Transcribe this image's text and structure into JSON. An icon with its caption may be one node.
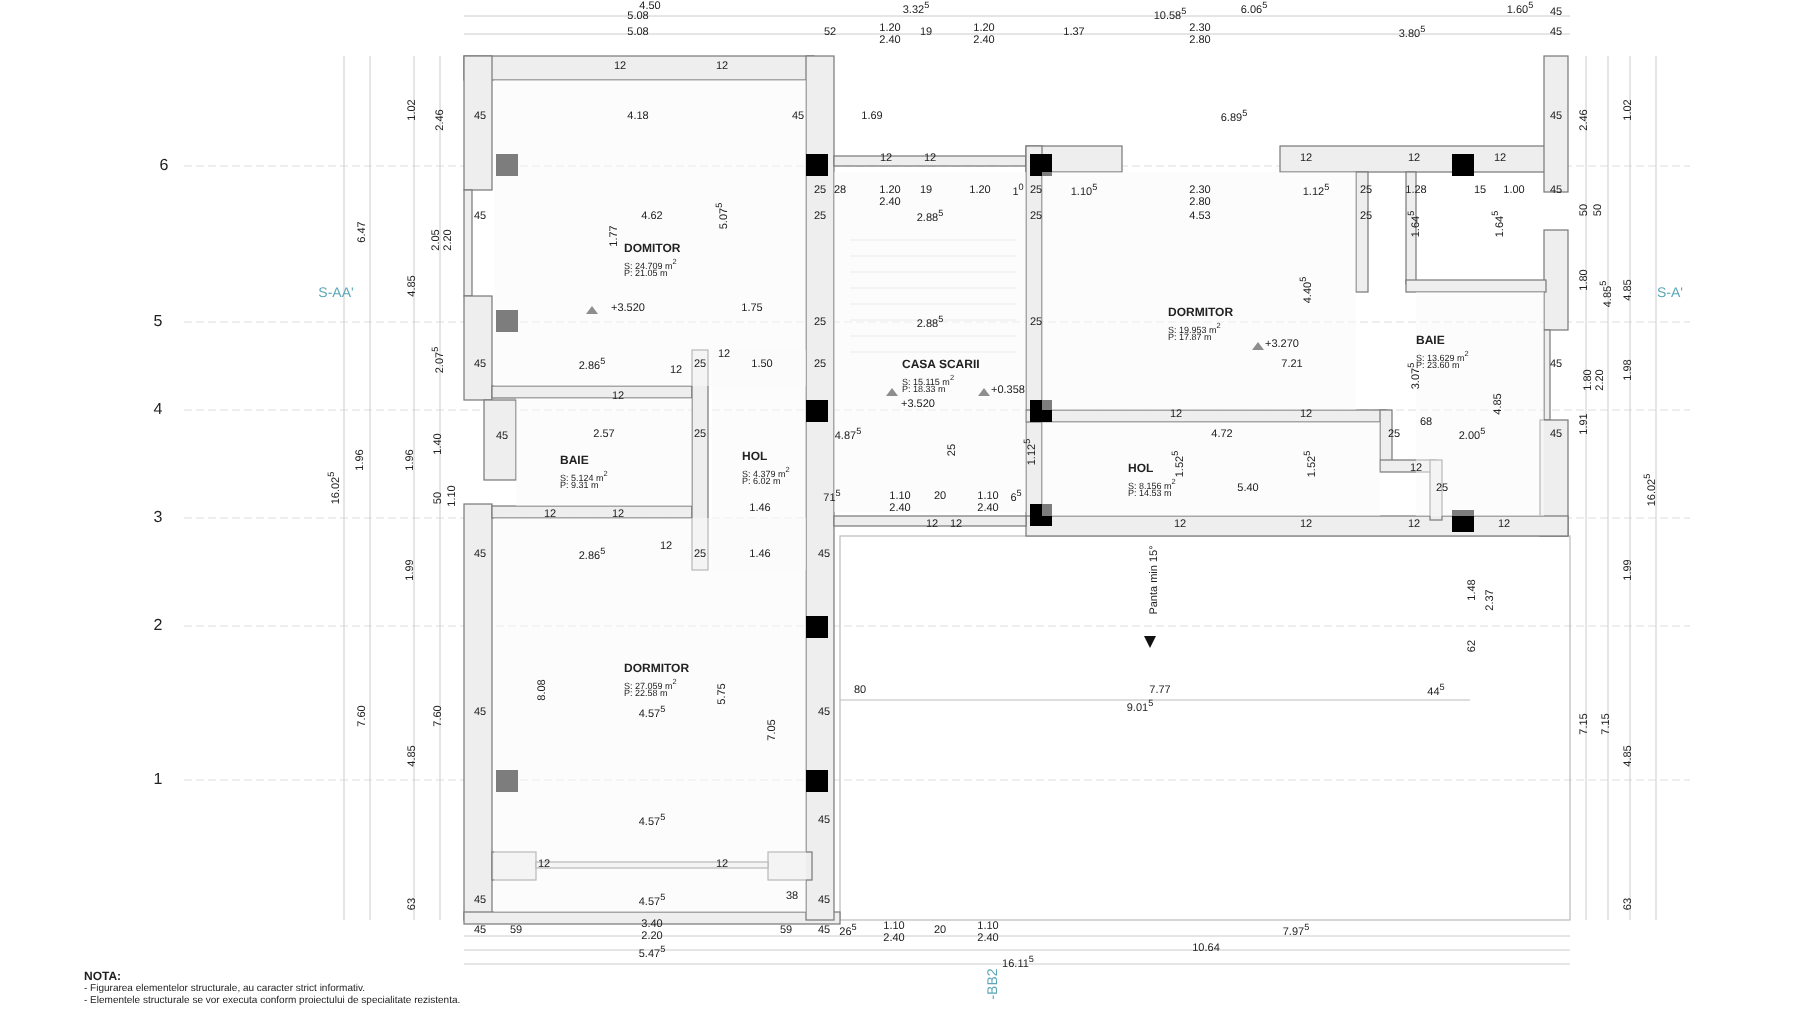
{
  "diagram": {
    "nodes": [
      {
        "text": [
          "DOMITOR",
          "S: 24.709 m$^{2}$",
          "P: 21.05 m"
        ]
      },
      {
        "text": [
          "DORMITOR",
          "S: 19.953 m$^{2}$",
          "P: 17.87 m"
        ]
      },
      {
        "text": [
          "CASA SCARII",
          "S: 15.115 m$^{2}$",
          "P: 18.33 m"
        ]
      },
      {
        "text": [
          "BAIE",
          "S: 13.629 m$^{2}$",
          "P: 23.60 m"
        ]
      },
      {
        "text": [
          "BAIE",
          "S: 5.124 m$^{2}$",
          "P: 9.31 m"
        ]
      },
      {
        "text": [
          "HOL",
          "S: 4.379 m$^{2}$",
          "P: 6.02 m"
        ]
      },
      {
        "text": [
          "HOL",
          "S: 8.156 m$^{2}$",
          "P: 14.53 m"
        ]
      },
      {
        "text": [
          "DORMITOR",
          "S: 27.059 m$^{2}$",
          "P: 22.58 m"
        ]
      }
    ],
    "labels": [
      "4.50",
      "3.32$^{5}$",
      "10.58$^{5}$",
      "6.06$^{5}$",
      "1.60$^{5}$",
      "45",
      "5.08",
      "5.08",
      "52",
      "1.20 2.40",
      "19",
      "1.20 2.40",
      "1.37",
      "2.30 2.80",
      "3.80$^{5}$",
      "45",
      "12",
      "12",
      "45",
      "4.18",
      "45",
      "1.69",
      "6.89$^{5}$",
      "45",
      "12",
      "12",
      "12",
      "12",
      "12",
      "25",
      "28",
      "1.20 2.40",
      "19",
      "1.20",
      "1$^{0}$",
      "25",
      "1.10$^{5}$",
      "2.30 2.80",
      "1.12$^{5}$",
      "25",
      "1.28",
      "15",
      "1.00",
      "45",
      "45",
      "4.62",
      "25",
      "2.88$^{5}$",
      "25",
      "4.53",
      "25",
      "1.77",
      "5.07$^{5}$",
      "1.64$^{5}$",
      "1.64$^{5}$",
      "4.40$^{5}$",
      "+3.520",
      "1.75",
      "25",
      "2.88$^{5}$",
      "25",
      "+3.270",
      "7.21",
      "45",
      "3.07$^{5}$",
      "4.85",
      "45",
      "2.86$^{5}$",
      "12",
      "25",
      "12",
      "1.50",
      "25",
      "+3.520",
      "+0.358",
      "12",
      "45",
      "2.57",
      "25",
      "4.87$^{5}$",
      "12",
      "12",
      "68",
      "4.72",
      "25",
      "2.00$^{5}$",
      "45",
      "1.12$^{5}$",
      "25",
      "1.52$^{5}$",
      "1.52$^{5}$",
      "12",
      "5.40",
      "25",
      "71$^{5}$",
      "1.46",
      "1.10 2.40",
      "20",
      "1.10 2.40",
      "6$^{5}$",
      "12",
      "12",
      "12",
      "12",
      "12",
      "12",
      "12",
      "12",
      "45",
      "2.86$^{5}$",
      "12",
      "25",
      "1.46",
      "45",
      "Panta min 15°",
      "1.48",
      "2.37",
      "62",
      "8.08",
      "5.75",
      "7.05",
      "80",
      "7.77",
      "44$^{5}$",
      "9.01$^{5}$",
      "45",
      "4.57$^{5}$",
      "45",
      "4.57$^{5}$",
      "45",
      "12",
      "12",
      "45",
      "4.57$^{5}$",
      "38",
      "45",
      "45",
      "59",
      "3.40 2.20",
      "59",
      "45",
      "26$^{5}$",
      "1.10 2.40",
      "20",
      "1.10 2.40",
      "7.97$^{5}$",
      "5.47$^{5}$",
      "10.64",
      "16.11$^{5}$",
      "1.02",
      "2.46",
      "6.47",
      "2.05 2.20",
      "4.85",
      "2.07$^{5}$",
      "1.96",
      "1.96",
      "1.40",
      "16.02$^{5}$",
      "50",
      "1.10",
      "1.99",
      "7.60",
      "7.60",
      "4.85",
      "63",
      "2.46",
      "1.02",
      "50",
      "50",
      "1.80",
      "4.85$^{5}$",
      "4.85",
      "1.80",
      "2.20",
      "1.98",
      "1.91",
      "16.02$^{5}$",
      "1.99",
      "7.15",
      "7.15",
      "4.85",
      "63",
      "6",
      "5",
      "4",
      "3",
      "2",
      "1",
      "S-AA'",
      "S-A'",
      "-BB2",
      "NOTA:",
      "- Figurarea elementelor structurale, au caracter strict informativ.",
      "- Elementele structurale se vor executa conform proiectului de specialitate rezistenta."
    ]
  }
}
